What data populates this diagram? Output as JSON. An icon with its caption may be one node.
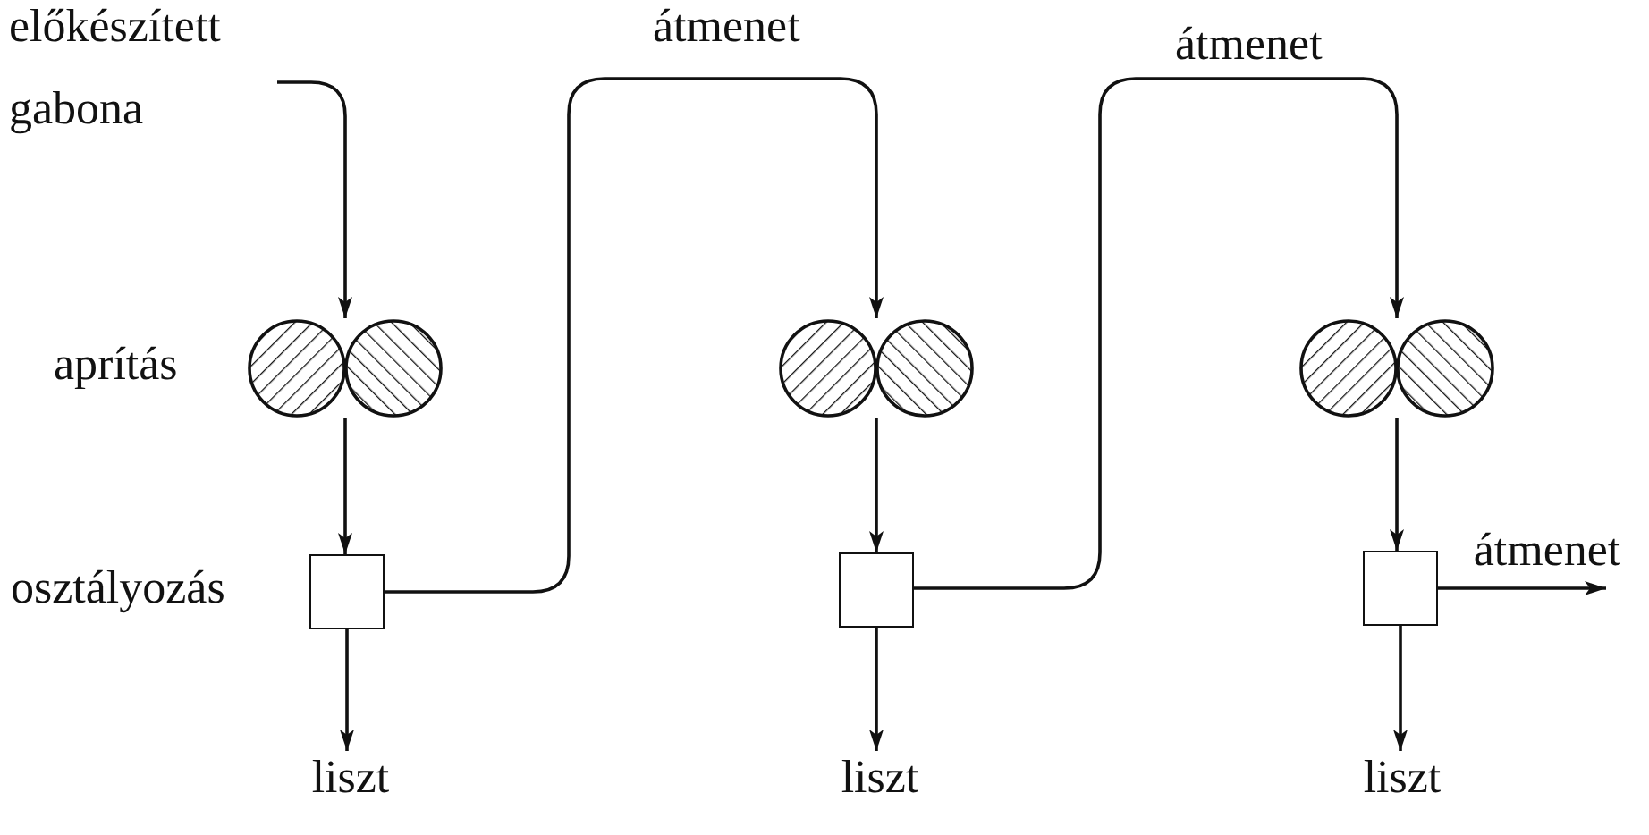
{
  "diagram": {
    "nodes": [
      {
        "text": [
          "előkészített gabona"
        ]
      },
      {
        "text": [],
        "shape": "picture",
        "beside": [
          "aprítás"
        ]
      },
      {
        "text": [],
        "shape": "box",
        "beside": [
          "osztályozás"
        ]
      },
      {
        "text": [
          "liszt"
        ]
      },
      {
        "text": [],
        "shape": "picture"
      },
      {
        "text": [],
        "shape": "box"
      },
      {
        "text": [
          "liszt"
        ]
      },
      {
        "text": [],
        "shape": "picture"
      },
      {
        "text": [],
        "shape": "box"
      },
      {
        "text": [
          "liszt"
        ]
      },
      {
        "text": [
          "átmenet"
        ]
      }
    ],
    "edges": [
      {
        "from": 0,
        "to": 1,
        "arrow": "to"
      },
      {
        "from": 1,
        "to": 2,
        "arrow": "to"
      },
      {
        "from": 2,
        "to": 3,
        "arrow": "to"
      },
      {
        "from": 2,
        "to": 4,
        "arrow": "to",
        "label": "átmenet"
      },
      {
        "from": 4,
        "to": 5,
        "arrow": "to"
      },
      {
        "from": 5,
        "to": 6,
        "arrow": "to"
      },
      {
        "from": 5,
        "to": 7,
        "arrow": "to",
        "label": "átmenet"
      },
      {
        "from": 7,
        "to": 8,
        "arrow": "to"
      },
      {
        "from": 8,
        "to": 9,
        "arrow": "to"
      },
      {
        "from": 8,
        "to": 10,
        "arrow": "to"
      }
    ]
  }
}
